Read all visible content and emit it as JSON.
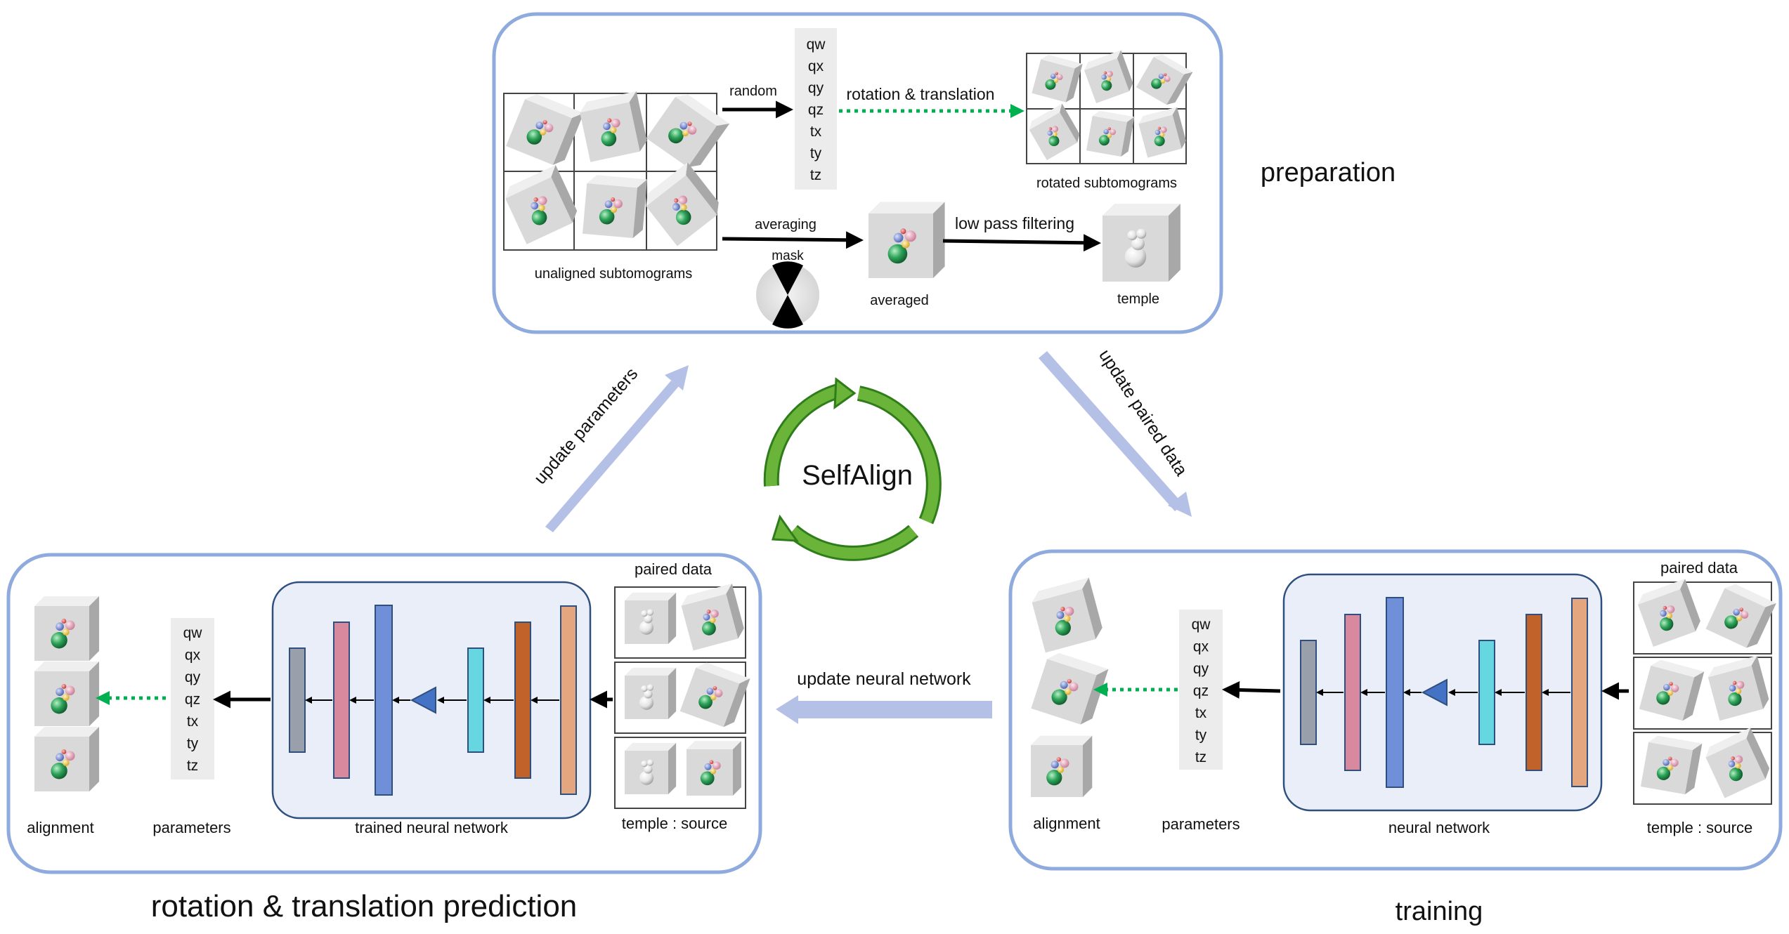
{
  "colors": {
    "panel_border": "#8faadc",
    "network_bg": "#e9eef8",
    "network_border": "#2f4f7f",
    "param_bg": "#ececec",
    "green_arrow": "#00b050",
    "flow_arrow": "#b4c0e6",
    "cycle_green": "#6ab43a",
    "cycle_border": "#2f7d1a"
  },
  "cycle": {
    "label": "SelfAlign"
  },
  "connectors": {
    "update_parameters": "update parameters",
    "update_paired_data": "update paired data",
    "update_network": "update neural network"
  },
  "preparation": {
    "title": "preparation",
    "random": "random",
    "rotation_translation": "rotation & translation",
    "params": [
      "qw",
      "qx",
      "qy",
      "qz",
      "tx",
      "ty",
      "tz"
    ],
    "unaligned": "unaligned subtomograms",
    "rotated": "rotated subtomograms",
    "averaging": "averaging",
    "mask": "mask",
    "averaged": "averaged",
    "low_pass": "low pass filtering",
    "temple": "temple"
  },
  "training": {
    "title": "training",
    "alignment": "alignment",
    "parameters": "parameters",
    "params": [
      "qw",
      "qx",
      "qy",
      "qz",
      "tx",
      "ty",
      "tz"
    ],
    "network": "neural network",
    "paired_data": "paired data",
    "temple_source": "temple : source"
  },
  "prediction": {
    "title": "rotation & translation prediction",
    "alignment": "alignment",
    "parameters": "parameters",
    "params": [
      "qw",
      "qx",
      "qy",
      "qz",
      "tx",
      "ty",
      "tz"
    ],
    "network": "trained neural network",
    "paired_data": "paired data",
    "temple_source": "temple : source"
  },
  "layers": {
    "gray": "#9aa0ab",
    "pink": "#d9899e",
    "blue": "#6f8fd8",
    "cyan": "#66d6e0",
    "rust": "#c1622a",
    "peach": "#e4a67e",
    "triangle": "#4472c4"
  }
}
